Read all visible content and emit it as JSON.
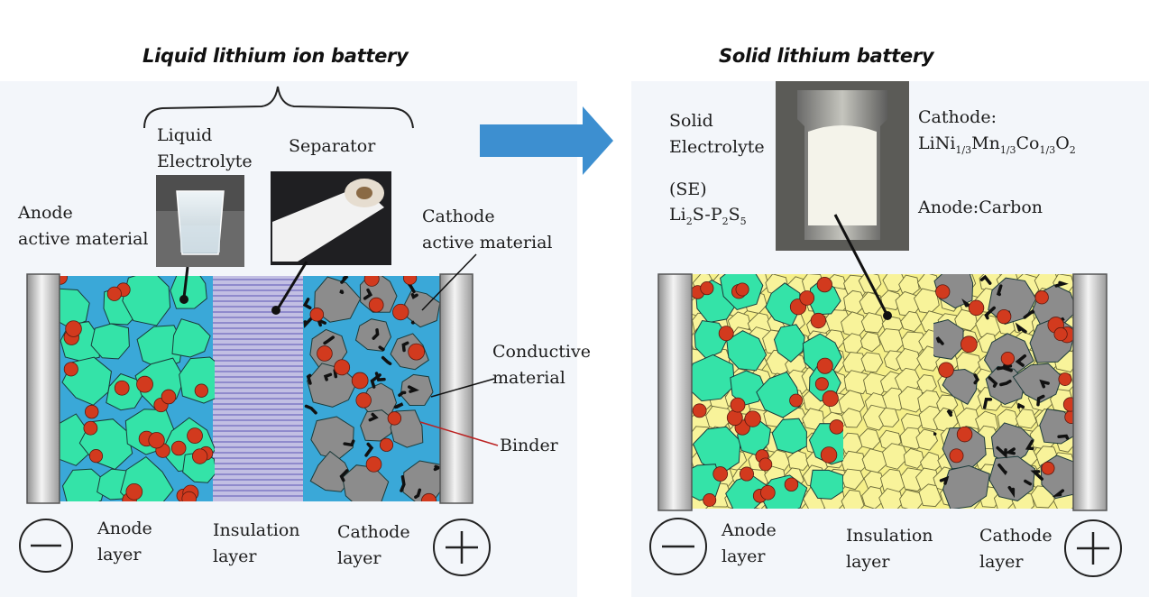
{
  "liquid": {
    "title": "Liquid lithium ion battery",
    "liquid_electrolyte": [
      "Liquid",
      "Electrolyte"
    ],
    "separator": "Separator",
    "anode_active": [
      "Anode",
      "active material"
    ],
    "cathode_active": [
      "Cathode",
      "active material"
    ],
    "conductive": [
      "Conductive",
      "material"
    ],
    "binder": "Binder",
    "anode_layer": [
      "Anode",
      "layer"
    ],
    "insulation_layer": [
      "Insulation",
      "layer"
    ],
    "cathode_layer": [
      "Cathode",
      "layer"
    ]
  },
  "solid": {
    "title": "Solid lithium battery",
    "solid_electrolyte": [
      "Solid",
      "Electrolyte"
    ],
    "se_abbrev": "(SE)",
    "se_formula": "Li2S-P2S5",
    "cathode_label": "Cathode:",
    "cathode_formula": "LiNi1/3Mn1/3Co1/3O2",
    "anode_carbon": "Anode:Carbon",
    "anode_layer": [
      "Anode",
      "layer"
    ],
    "insulation_layer": [
      "Insulation",
      "layer"
    ],
    "cathode_layer": [
      "Cathode",
      "layer"
    ]
  },
  "colors": {
    "liquid_electrolyte": "#3aa8d8",
    "solid_electrolyte": "#f6f08a",
    "anode_particle": "#34e3a8",
    "cathode_particle": "#8c8c8c",
    "binder_dot": "#d23a1e",
    "arrow": "#3d8fd0"
  },
  "icons": [
    "minus-terminal-icon",
    "plus-terminal-icon",
    "right-arrow-icon"
  ]
}
